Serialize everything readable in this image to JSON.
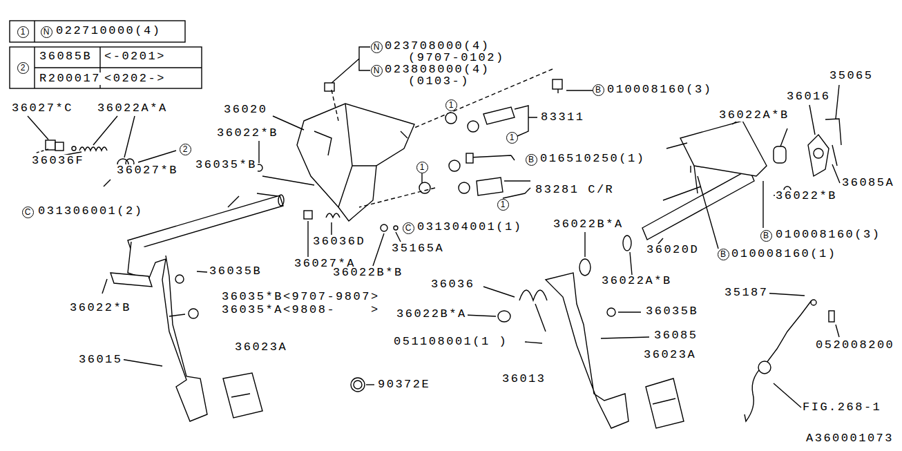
{
  "diagram": {
    "nodes": [
      {
        "text": [
          "1"
        ]
      },
      {
        "text": [
          "N"
        ]
      },
      {
        "text": [
          "2"
        ]
      },
      {
        "text": [
          "N"
        ]
      },
      {
        "text": [
          "N"
        ]
      },
      {
        "text": [
          "B"
        ]
      },
      {
        "text": [
          "1"
        ]
      },
      {
        "text": [
          "1"
        ]
      },
      {
        "text": [
          "2"
        ]
      },
      {
        "text": [
          "1"
        ]
      },
      {
        "text": [
          "B"
        ]
      },
      {
        "text": [
          "1"
        ]
      },
      {
        "text": [
          "C"
        ]
      },
      {
        "text": [
          "C"
        ]
      },
      {
        "text": [
          "B"
        ]
      },
      {
        "text": [
          "B"
        ]
      }
    ],
    "labels": [
      "022710000(4)",
      "36085B",
      "<-0201>",
      "R200017",
      "<0202->",
      "023708000(4)",
      "(9707-0102)",
      "023808000(4)",
      "(0103-)",
      "35065",
      "010008160(3)",
      "36016",
      "36020",
      "36027*C",
      "36022A*A",
      "36022A*B",
      "83311",
      "36022*B",
      "016510250(1)",
      "36036F",
      "36035*B",
      "36027*B",
      "36085A",
      "83281 C/R",
      "36022*B",
      "031306001(2)",
      "36022B*A",
      "031304001(1)",
      "010008160(3)",
      "36036D",
      "36020D",
      "35165A",
      "010008160(1)",
      "36027*A",
      "36035B",
      "36022B*B",
      "36022A*B",
      "36036",
      "35187",
      "36035*B<9707-9807>",
      "36035*A<9808-    >",
      "36022*B",
      "36022B*A",
      "36035B",
      "36085",
      "051108001(1 )",
      "052008200",
      "36023A",
      "36023A",
      "36015",
      "36013",
      "90372E",
      "FIG.268-1",
      "A360001073"
    ]
  }
}
